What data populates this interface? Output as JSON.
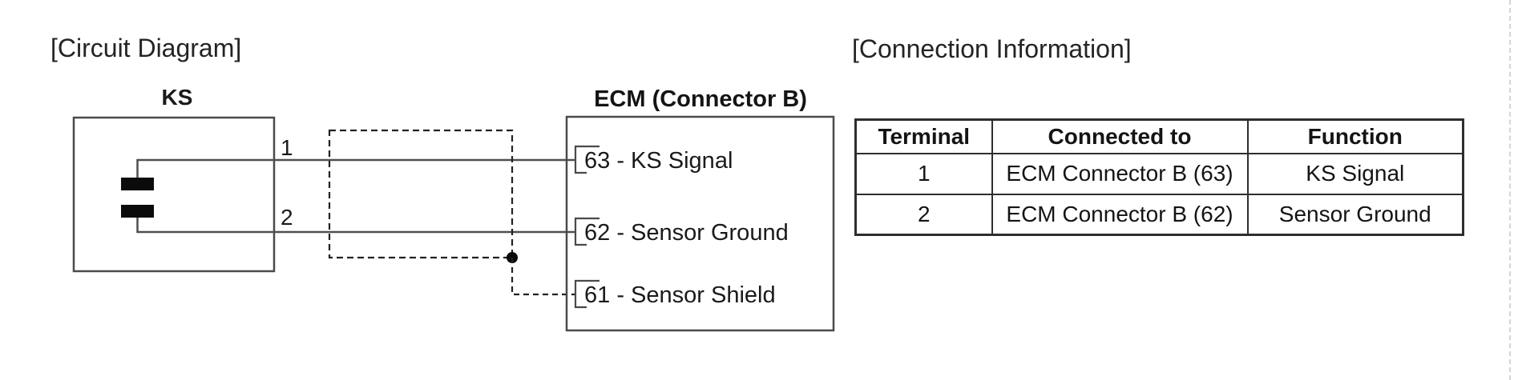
{
  "circuit": {
    "title": "[Circuit Diagram]",
    "ks": {
      "label": "KS",
      "pins": [
        "1",
        "2"
      ]
    },
    "ecm": {
      "title": "ECM (Connector B)",
      "terminals": [
        {
          "label": "63 - KS Signal"
        },
        {
          "label": "62 - Sensor Ground"
        },
        {
          "label": "61 - Sensor Shield"
        }
      ]
    },
    "colors": {
      "wire": "#4f4f4f",
      "box_stroke": "#4a4a4a",
      "shield_dash": "#222222",
      "sensor_fill": "#0b0b0b",
      "text": "#1a1a1a"
    }
  },
  "connection_info": {
    "title": "[Connection Information]",
    "table": {
      "headers": [
        "Terminal",
        "Connected to",
        "Function"
      ],
      "rows": [
        [
          "1",
          "ECM Connector B (63)",
          "KS Signal"
        ],
        [
          "2",
          "ECM Connector B (62)",
          "Sensor Ground"
        ]
      ]
    }
  }
}
